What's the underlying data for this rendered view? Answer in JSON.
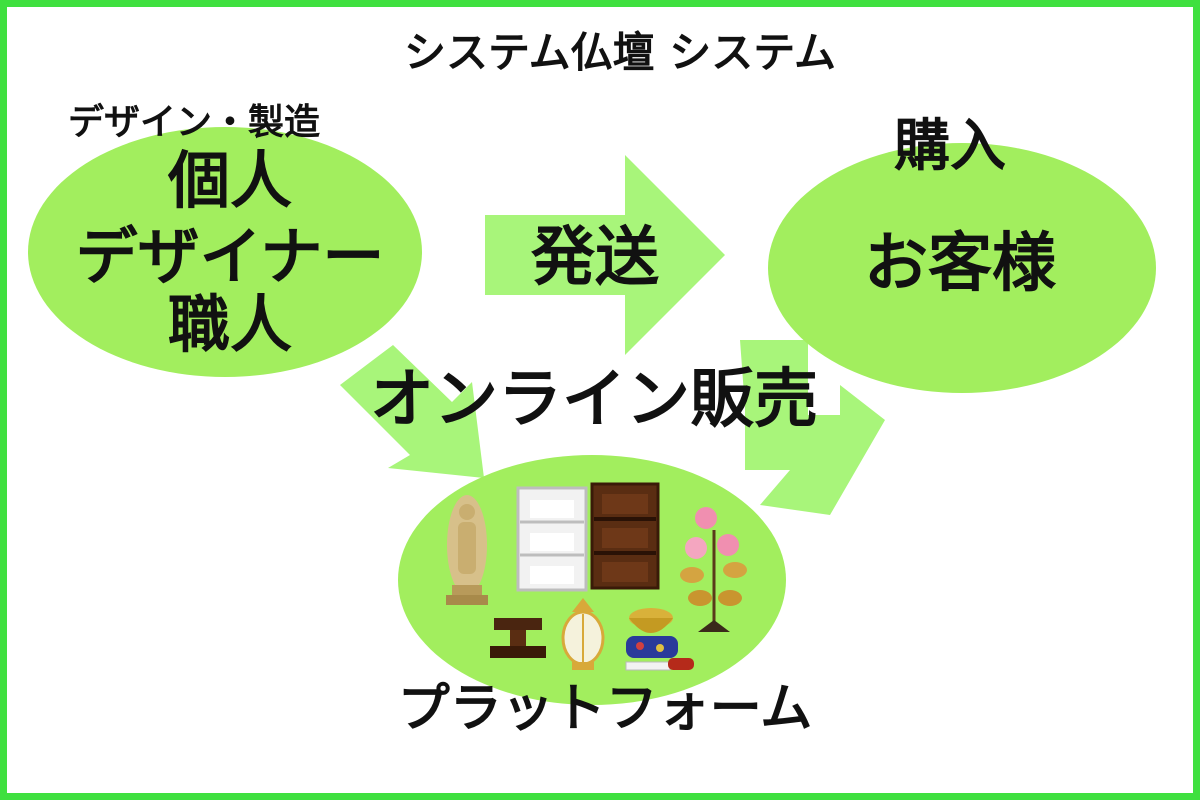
{
  "title": "システム仏壇 システム",
  "maker": {
    "caption": "デザイン・製造",
    "line1": "個人",
    "line2": "デザイナー",
    "line3": "職人"
  },
  "shipping_label": "発送",
  "customer": {
    "caption": "購入",
    "label": "お客様"
  },
  "online_sales_label": "オンライン販売",
  "platform_label": "プラットフォーム",
  "colors": {
    "border": "#3fe03f",
    "ellipse_fill": "#a2ee5e",
    "arrow_fill": "#a8f57a"
  }
}
